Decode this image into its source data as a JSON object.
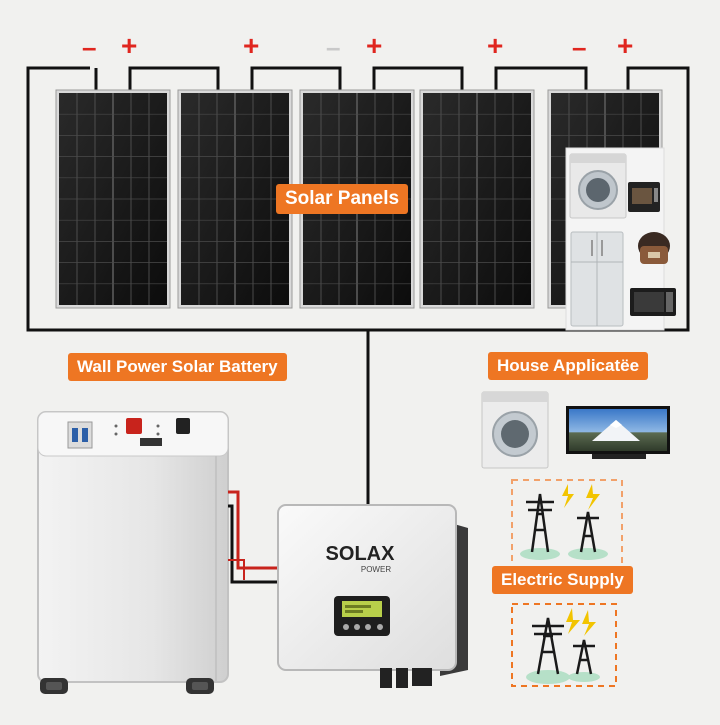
{
  "labels": {
    "solar_panels": "Solar Panels",
    "battery": "Wall Power Solar Battery",
    "house": "House Applicatëe",
    "supply": "Electric Supply"
  },
  "terminals": {
    "plus": "+",
    "minus": "–"
  },
  "inverter": {
    "brand": "SOLAX",
    "sub": "POWER"
  },
  "colors": {
    "accent": "#ee7623",
    "wire_positive": "#c8231c",
    "wire_negative": "#111111",
    "panel": "#1a1a1a",
    "bolt": "#f2c400"
  }
}
